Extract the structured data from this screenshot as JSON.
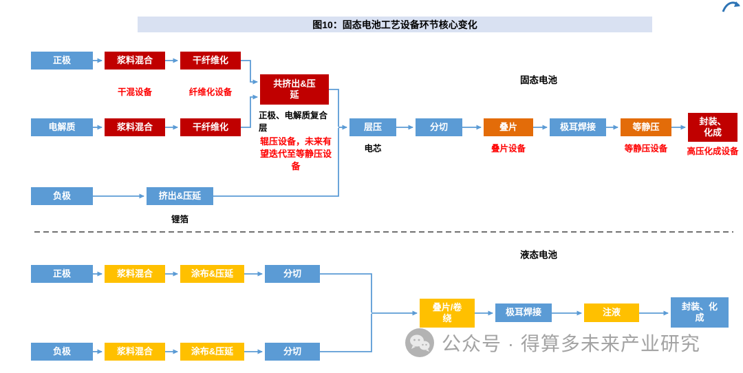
{
  "title": "图10：固态电池工艺设备环节核心变化",
  "watermark": {
    "text": "公众号 · 得算多未来产业研究"
  },
  "colors": {
    "box_blue": "#5B9BD5",
    "box_dark_red": "#C00000",
    "box_orange": "#E36C09",
    "box_yellow": "#FFC000",
    "banner_bg": "#D9E1F2",
    "annotation_red": "#FE0000",
    "arrow_blue": "#5B9BD5"
  },
  "solid": {
    "section_label": "固态电池",
    "lanes": {
      "cathode": "正极",
      "electrolyte": "电解质",
      "anode": "负极"
    },
    "steps": {
      "cathode_mix": "浆料混合",
      "cathode_fiber": "干纤维化",
      "electrolyte_mix": "浆料混合",
      "electrolyte_fiber": "干纤维化",
      "coextrude": "共挤出&压延",
      "anode_extrude": "挤出&压延",
      "lamination": "层压",
      "slitting": "分切",
      "stacking": "叠片",
      "tab_welding": "极耳焊接",
      "isostatic": "等静压",
      "packaging": "封装、化成"
    },
    "notes": {
      "dry_mix_equipment": "干混设备",
      "fiberization_equipment": "纤维化设备",
      "composite_layer": "正极、电解质复合层",
      "roll_press_note": "辊压设备，未来有望迭代至等静压设备",
      "lithium_foil": "锂箔",
      "cell": "电芯",
      "stacking_equipment": "叠片设备",
      "isostatic_equipment": "等静压设备",
      "formation_equipment": "高压化成设备"
    }
  },
  "liquid": {
    "section_label": "液态电池",
    "lanes": {
      "cathode": "正极",
      "anode": "负极"
    },
    "steps": {
      "cathode_mix": "浆料混合",
      "cathode_coating": "涂布&压延",
      "cathode_slitting": "分切",
      "anode_mix": "浆料混合",
      "anode_coating": "涂布&压延",
      "anode_slitting": "分切",
      "stack_wind": "叠片/卷绕",
      "tab_welding": "极耳焊接",
      "injection": "注液",
      "packaging": "封装、化成"
    }
  }
}
